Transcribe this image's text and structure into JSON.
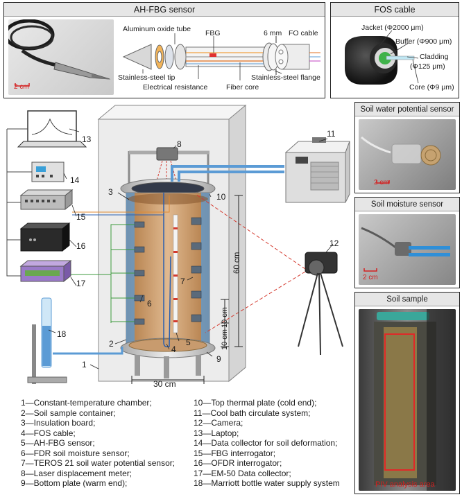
{
  "ahfbg": {
    "title": "AH-FBG sensor",
    "scale": "2 cm",
    "labels": {
      "aluminum": "Aluminum oxide tube",
      "fbg": "FBG",
      "mm": "6 mm",
      "fo_cable": "FO cable",
      "tip": "Stainless-steel tip",
      "resistance": "Electrical resistance",
      "core": "Fiber core",
      "flange": "Stainless-steel flange"
    }
  },
  "fos": {
    "title": "FOS cable",
    "labels": {
      "jacket": "Jacket (Φ2000 μm)",
      "buffer": "Buffer (Φ900 μm)",
      "cladding": "Cladding",
      "cladding_d": "(Φ125 μm)",
      "core": "Core (Φ9 μm)"
    }
  },
  "side_panels": {
    "potential": {
      "title": "Soil water potential sensor",
      "scale": "2 cm"
    },
    "moisture": {
      "title": "Soil moisture sensor",
      "scale": "2 cm"
    },
    "sample": {
      "title": "Soil sample",
      "piv": "PIV analysis area"
    }
  },
  "diagram": {
    "dims": {
      "height": "60 cm",
      "width": "30 cm",
      "s1": "10 cm",
      "s2": "10 cm"
    },
    "numbers": [
      "1",
      "2",
      "3",
      "4",
      "5",
      "6",
      "7",
      "8",
      "9",
      "10",
      "11",
      "12",
      "13",
      "14",
      "15",
      "16",
      "17",
      "18"
    ]
  },
  "legend": {
    "left": [
      "1—Constant-temperature chamber;",
      "2—Soil sample container;",
      "3—Insulation board;",
      "4—FOS cable;",
      "5—AH-FBG sensor;",
      "6—FDR soil moisture sensor;",
      "7—TEROS 21 soil water potential sensor;",
      "8—Laser displacement meter;",
      "9—Bottom plate (warm end);"
    ],
    "right": [
      "10—Top thermal plate (cold end);",
      "11—Cool bath circulate system;",
      "12—Camera;",
      "13—Laptop;",
      "14—Data collector for soil deformation;",
      "15—FBG interrogator;",
      "16—OFDR interrogator;",
      "17—EM-50 Data collector;",
      "18—Marriott bottle water supply system"
    ]
  },
  "colors": {
    "soil": "#c89b6e",
    "pipe_blue": "#5b9bd5",
    "green_wire": "#3c9a3c",
    "red_dash": "#d43a2f",
    "piv_box": "#e02828"
  }
}
